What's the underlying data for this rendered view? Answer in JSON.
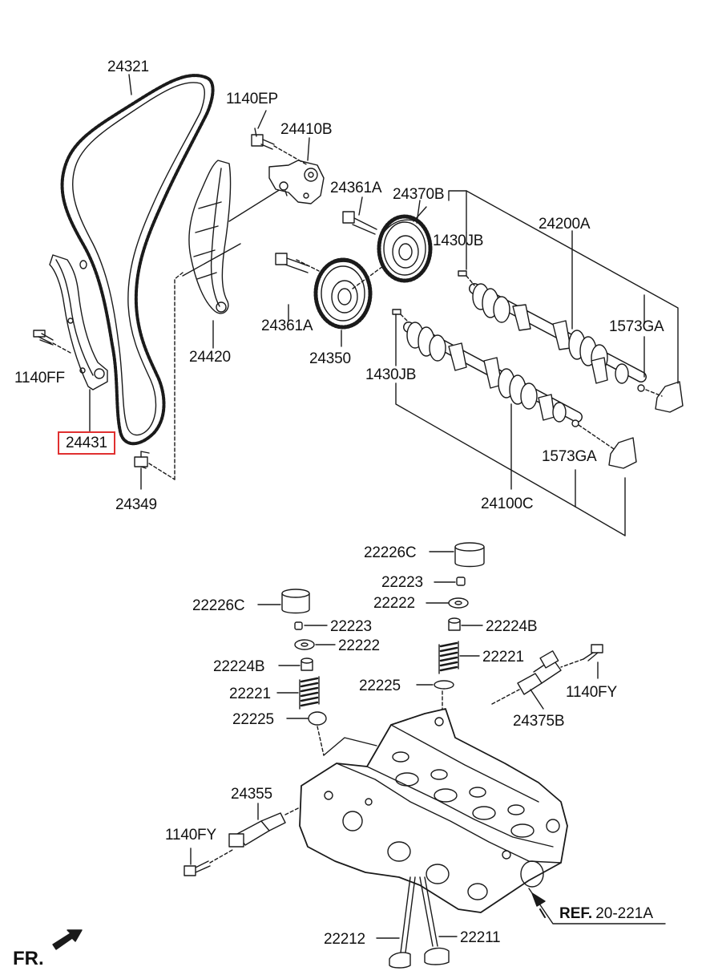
{
  "labels": {
    "p24321": "24321",
    "p1140EP": "1140EP",
    "p24410B": "24410B",
    "p24361A_top": "24361A",
    "p24370B": "24370B",
    "p24200A": "24200A",
    "p1430JB_top": "1430JB",
    "p1573GA_top": "1573GA",
    "p24361A_low": "24361A",
    "p24350": "24350",
    "p24420": "24420",
    "p1140FF": "1140FF",
    "p24431": "24431",
    "p24349": "24349",
    "p1430JB_low": "1430JB",
    "p1573GA_low": "1573GA",
    "p24100C": "24100C",
    "p22226C_right": "22226C",
    "p22223_right": "22223",
    "p22222_right": "22222",
    "p22224B_right": "22224B",
    "p22221_right": "22221",
    "p22225_right": "22225",
    "p22226C_left": "22226C",
    "p22223_left": "22223",
    "p22222_left": "22222",
    "p22224B_left": "22224B",
    "p22221_left": "22221",
    "p22225_left": "22225",
    "p1140FY_right": "1140FY",
    "p24375B": "24375B",
    "p24355": "24355",
    "p1140FY_left": "1140FY",
    "p22212": "22212",
    "p22211": "22211"
  },
  "reference": {
    "prefix": "REF.",
    "code": "20-221A"
  },
  "front_marker": "FR.",
  "highlight_color": "#e03030"
}
